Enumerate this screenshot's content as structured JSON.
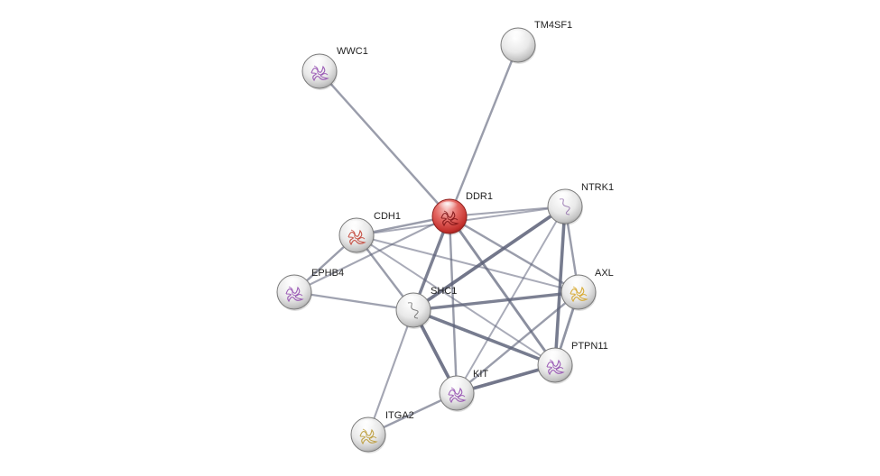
{
  "network": {
    "nodes": [
      {
        "id": "DDR1",
        "label": "DDR1",
        "query": true,
        "structure": "crimson-fold-icon",
        "color": "#c0392b"
      },
      {
        "id": "TM4SF1",
        "label": "TM4SF1",
        "query": false,
        "structure": "",
        "color": "#bbbbbb"
      },
      {
        "id": "WWC1",
        "label": "WWC1",
        "query": false,
        "structure": "purple-fold-icon",
        "color": "#8e44ad"
      },
      {
        "id": "NTRK1",
        "label": "NTRK1",
        "query": false,
        "structure": "grey-coil-icon",
        "color": "#8e6aa8"
      },
      {
        "id": "CDH1",
        "label": "CDH1",
        "query": false,
        "structure": "red-fold-icon",
        "color": "#c0392b"
      },
      {
        "id": "EPHB4",
        "label": "EPHB4",
        "query": false,
        "structure": "purple-fold-icon",
        "color": "#8e44ad"
      },
      {
        "id": "AXL",
        "label": "AXL",
        "query": false,
        "structure": "gold-fold-icon",
        "color": "#d4a017"
      },
      {
        "id": "SHC1",
        "label": "SHC1",
        "query": false,
        "structure": "grey-coil-icon",
        "color": "#666666"
      },
      {
        "id": "PTPN11",
        "label": "PTPN11",
        "query": false,
        "structure": "purple-fold-icon",
        "color": "#8e44ad"
      },
      {
        "id": "KIT",
        "label": "KIT",
        "query": false,
        "structure": "purple-fold-icon",
        "color": "#8e44ad"
      },
      {
        "id": "ITGA2",
        "label": "ITGA2",
        "query": false,
        "structure": "gold-fold-icon",
        "color": "#b8962e"
      }
    ],
    "edges": [
      {
        "from": "DDR1",
        "to": "TM4SF1",
        "confidence": 0.45
      },
      {
        "from": "DDR1",
        "to": "WWC1",
        "confidence": 0.45
      },
      {
        "from": "DDR1",
        "to": "NTRK1",
        "confidence": 0.35
      },
      {
        "from": "DDR1",
        "to": "CDH1",
        "confidence": 0.45
      },
      {
        "from": "DDR1",
        "to": "SHC1",
        "confidence": 0.75
      },
      {
        "from": "DDR1",
        "to": "AXL",
        "confidence": 0.45
      },
      {
        "from": "DDR1",
        "to": "PTPN11",
        "confidence": 0.6
      },
      {
        "from": "DDR1",
        "to": "KIT",
        "confidence": 0.45
      },
      {
        "from": "DDR1",
        "to": "EPHB4",
        "confidence": 0.35
      },
      {
        "from": "CDH1",
        "to": "EPHB4",
        "confidence": 0.45
      },
      {
        "from": "CDH1",
        "to": "NTRK1",
        "confidence": 0.3
      },
      {
        "from": "CDH1",
        "to": "SHC1",
        "confidence": 0.45
      },
      {
        "from": "CDH1",
        "to": "AXL",
        "confidence": 0.3
      },
      {
        "from": "CDH1",
        "to": "PTPN11",
        "confidence": 0.3
      },
      {
        "from": "EPHB4",
        "to": "SHC1",
        "confidence": 0.4
      },
      {
        "from": "NTRK1",
        "to": "SHC1",
        "confidence": 0.85
      },
      {
        "from": "NTRK1",
        "to": "AXL",
        "confidence": 0.45
      },
      {
        "from": "NTRK1",
        "to": "PTPN11",
        "confidence": 0.8
      },
      {
        "from": "NTRK1",
        "to": "KIT",
        "confidence": 0.3
      },
      {
        "from": "SHC1",
        "to": "AXL",
        "confidence": 0.75
      },
      {
        "from": "SHC1",
        "to": "PTPN11",
        "confidence": 0.8
      },
      {
        "from": "SHC1",
        "to": "KIT",
        "confidence": 0.85
      },
      {
        "from": "SHC1",
        "to": "ITGA2",
        "confidence": 0.35
      },
      {
        "from": "AXL",
        "to": "PTPN11",
        "confidence": 0.55
      },
      {
        "from": "AXL",
        "to": "KIT",
        "confidence": 0.45
      },
      {
        "from": "PTPN11",
        "to": "KIT",
        "confidence": 0.85
      },
      {
        "from": "KIT",
        "to": "ITGA2",
        "confidence": 0.45
      }
    ],
    "colors": {
      "edge": "#5c6178",
      "node_fill": "#e6e6e6",
      "node_stroke": "#7a7a7a",
      "query_fill": "#d9453f"
    }
  }
}
